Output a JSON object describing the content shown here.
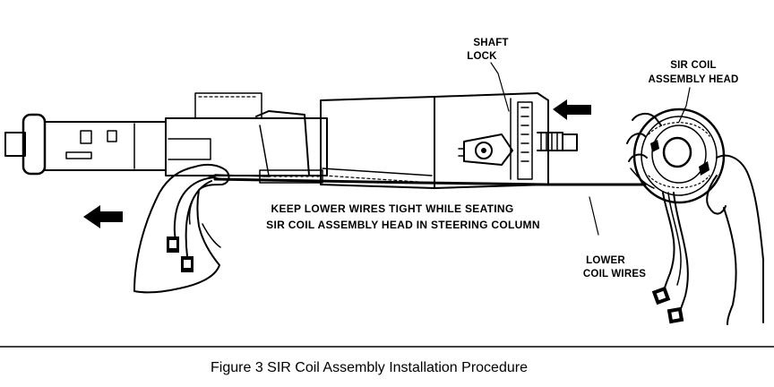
{
  "labels": {
    "shaft_lock": [
      "SHAFT",
      "LOCK"
    ],
    "sir_coil_head": [
      "SIR COIL",
      "ASSEMBLY HEAD"
    ],
    "instruction": [
      "KEEP LOWER WIRES TIGHT WHILE SEATING",
      "SIR COIL ASSEMBLY HEAD IN STEERING COLUMN"
    ],
    "lower_coil_wires": [
      "LOWER",
      "COIL WIRES"
    ]
  },
  "caption": "Figure 3  SIR Coil Assembly Installation Procedure"
}
